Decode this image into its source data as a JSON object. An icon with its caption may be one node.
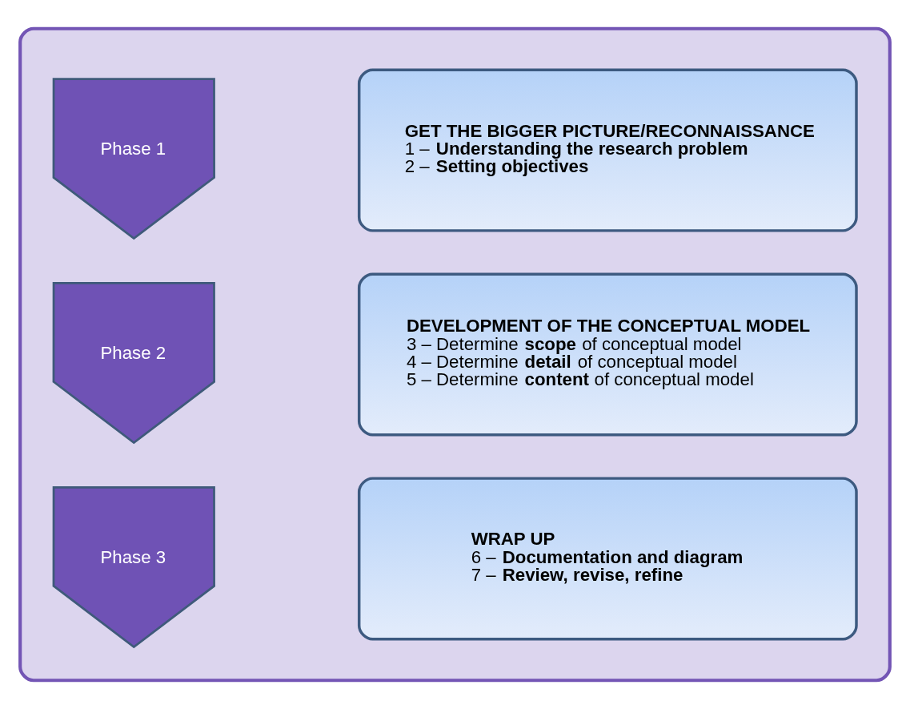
{
  "diagram": {
    "nodes": [
      {
        "text": [],
        "shape": "box"
      },
      {
        "text": [
          "Phase 1"
        ],
        "in": 0
      },
      {
        "text": [
          "GET THE BIGGER PICTURE/RECONNAISSANCE",
          "1 – **Understanding the research problem**",
          "2 – **Setting objectives**"
        ],
        "in": 0
      },
      {
        "text": [
          "Phase 2"
        ],
        "in": 0
      },
      {
        "text": [
          "DEVELOPMENT OF THE CONCEPTUAL MODEL",
          "3 – Determine **scope** of conceptual model",
          "4 – Determine **detail** of conceptual model",
          "5 – Determine **content** of conceptual model"
        ],
        "in": 0
      },
      {
        "text": [
          "Phase 3"
        ],
        "in": 0
      },
      {
        "text": [
          "WRAP UP",
          "6 – **Documentation and diagram**",
          "7 – **Review, revise, refine**"
        ],
        "in": 0
      }
    ],
    "edges": []
  }
}
